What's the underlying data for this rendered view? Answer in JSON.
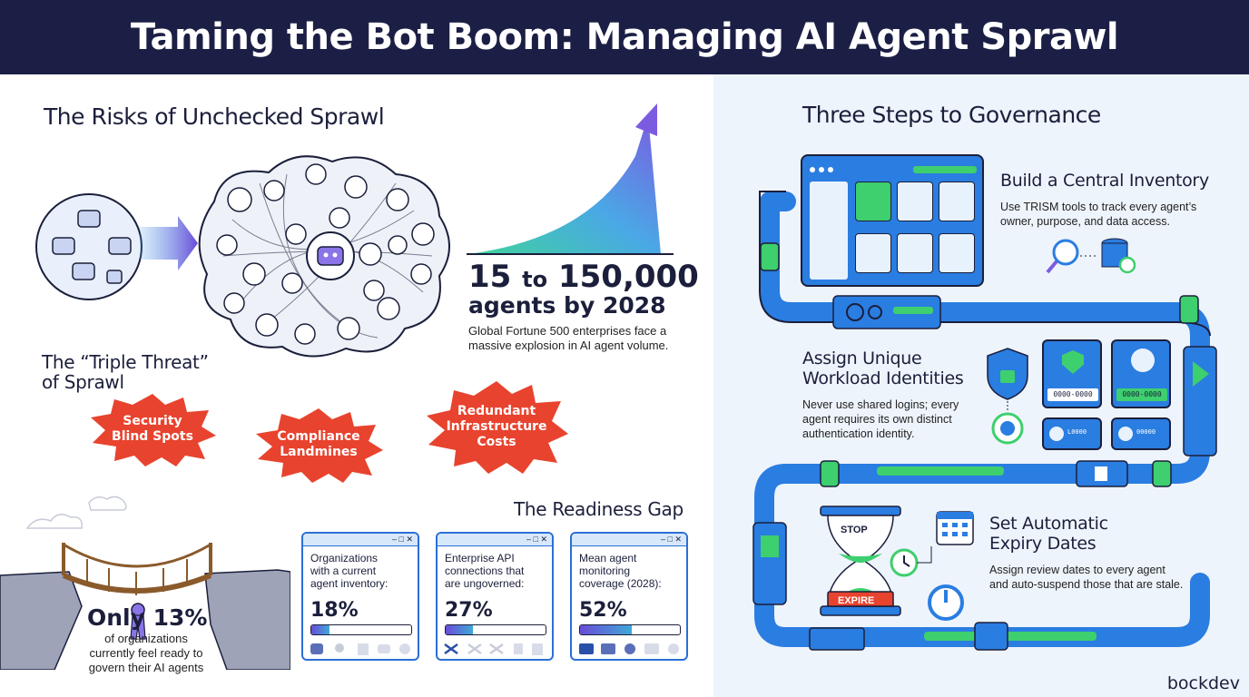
{
  "header": {
    "title": "Taming the Bot Boom: Managing AI Agent Sprawl"
  },
  "risks": {
    "heading": "The Risks of Unchecked Sprawl",
    "growth": {
      "from": "15",
      "connector": "to",
      "to": "150,000",
      "line2": "agents by 2028",
      "caption_line1": "Global Fortune 500 enterprises face a",
      "caption_line2": "massive explosion in AI agent volume."
    },
    "triple_threat": {
      "heading_line1": "The “Triple Threat”",
      "heading_line2": "of Sprawl",
      "items": [
        {
          "line1": "Security",
          "line2": "Blind Spots",
          "line3": ""
        },
        {
          "line1": "Compliance",
          "line2": "Landmines",
          "line3": ""
        },
        {
          "line1": "Redundant",
          "line2": "Infrastructure",
          "line3": "Costs"
        }
      ]
    },
    "readiness": {
      "heading": "The Readiness Gap",
      "headline": "Only 13%",
      "caption_line1": "of organizations",
      "caption_line2": "currently feel ready to",
      "caption_line3": "govern their AI agents",
      "window_controls": "– □ ✕",
      "cards": [
        {
          "line1": "Organizations",
          "line2": "with a current",
          "line3": "agent inventory:",
          "value": "18%",
          "fraction": 0.18
        },
        {
          "line1": "Enterprise API",
          "line2": "connections that",
          "line3": "are ungoverned:",
          "value": "27%",
          "fraction": 0.27
        },
        {
          "line1": "Mean agent",
          "line2": "monitoring",
          "line3": "coverage (2028):",
          "value": "52%",
          "fraction": 0.52
        }
      ]
    }
  },
  "governance": {
    "heading": "Three Steps to Governance",
    "steps": [
      {
        "title_line1": "Build a Central Inventory",
        "title_line2": "",
        "desc_line1": "Use TRISM tools to track every agent’s",
        "desc_line2": "owner, purpose, and data access.",
        "desc_line3": ""
      },
      {
        "title_line1": "Assign Unique",
        "title_line2": "Workload Identities",
        "desc_line1": "Never use shared logins; every",
        "desc_line2": "agent requires its own distinct",
        "desc_line3": "authentication identity."
      },
      {
        "title_line1": "Set Automatic",
        "title_line2": "Expiry Dates",
        "desc_line1": "Assign review dates to every agent",
        "desc_line2": "and auto-suspend those that are stale.",
        "desc_line3": ""
      }
    ],
    "id_card_1": "0000-0000",
    "id_card_2": "0000-0000",
    "id_card_small_1": "L0000",
    "id_card_small_2": "00000",
    "hourglass_top": "STOP",
    "hourglass_bottom": "EXPIRE"
  },
  "brand": "bockdev",
  "colors": {
    "navy": "#1c1f45",
    "threat_red": "#e8432e",
    "pipe_blue": "#2a7de1",
    "accent_green": "#3ecf6e",
    "purple": "#7b5ce0"
  }
}
